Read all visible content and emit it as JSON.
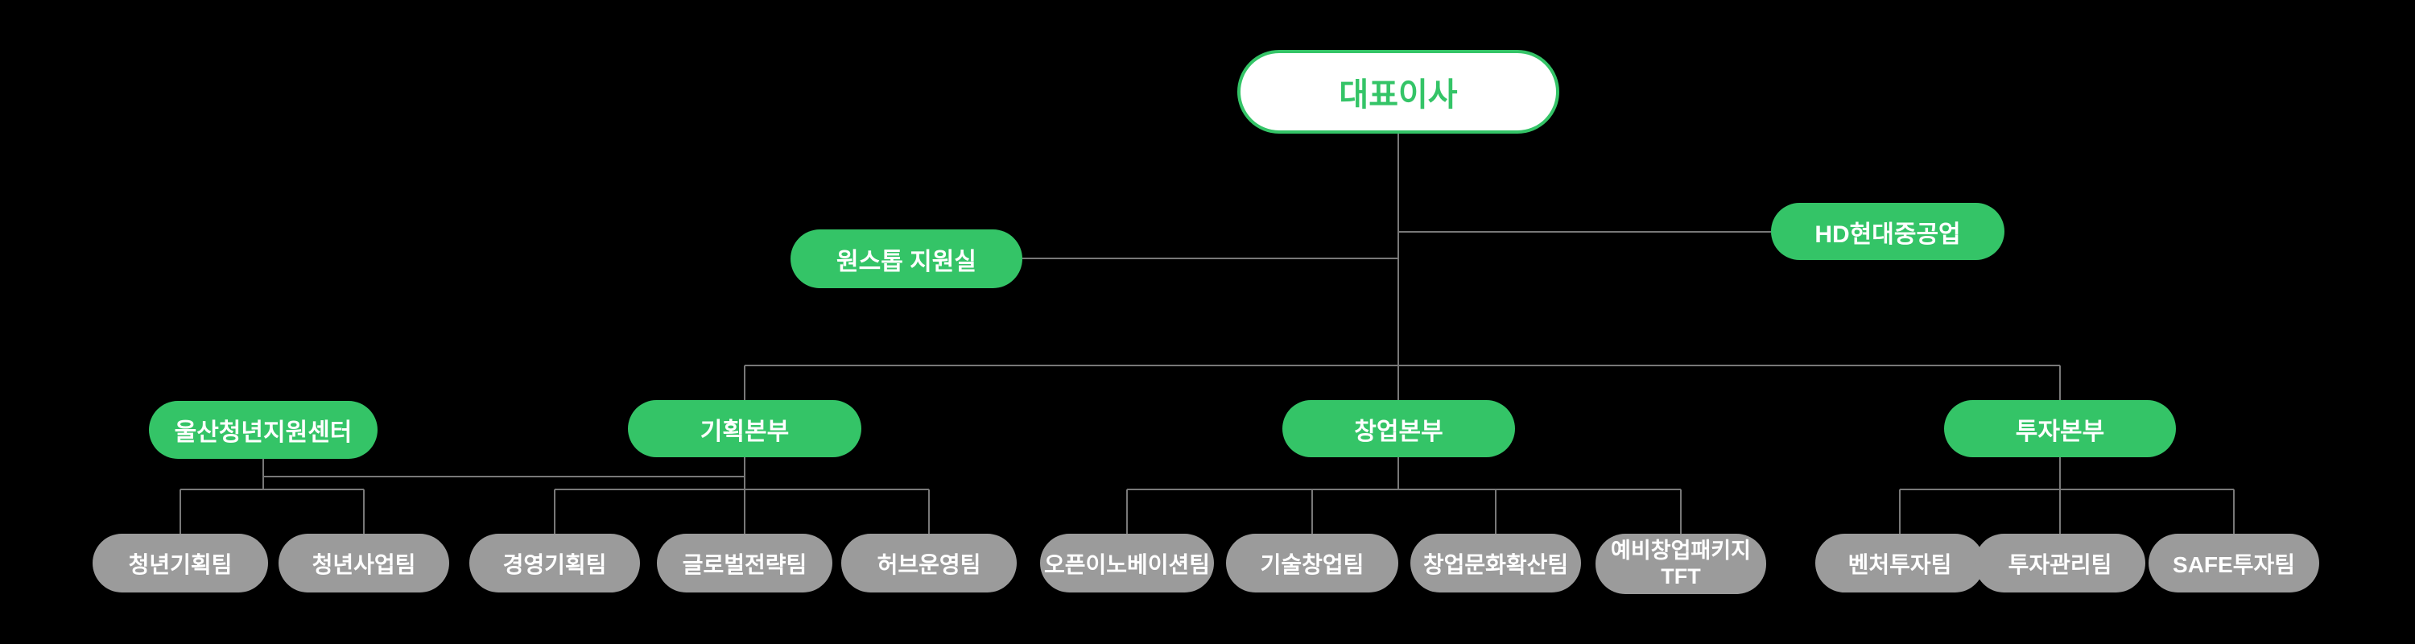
{
  "colors": {
    "background": "#000000",
    "green": "#34c467",
    "gray": "#9b9b9b",
    "line": "#787878",
    "ceo_text": "#34c467",
    "node_text": "#ffffff"
  },
  "org": {
    "ceo": {
      "label": "대표이사"
    },
    "staff": [
      {
        "id": "onestop",
        "label": "원스톱 지원실"
      },
      {
        "id": "hd",
        "label": "HD현대중공업"
      }
    ],
    "divisions": [
      {
        "id": "ulsan-youth-center",
        "label": "울산청년지원센터",
        "teams": [
          {
            "label": "청년기획팀"
          },
          {
            "label": "청년사업팀"
          }
        ]
      },
      {
        "id": "planning-hq",
        "label": "기획본부",
        "teams": [
          {
            "label": "경영기획팀"
          },
          {
            "label": "글로벌전략팀"
          },
          {
            "label": "허브운영팀"
          }
        ]
      },
      {
        "id": "startup-hq",
        "label": "창업본부",
        "teams": [
          {
            "label": "오픈이노베이션팀"
          },
          {
            "label": "기술창업팀"
          },
          {
            "label": "창업문화확산팀"
          },
          {
            "label": "예비창업패키지 TFT"
          }
        ]
      },
      {
        "id": "investment-hq",
        "label": "투자본부",
        "teams": [
          {
            "label": "벤처투자팀"
          },
          {
            "label": "투자관리팀"
          },
          {
            "label": "SAFE투자팀"
          }
        ]
      }
    ]
  }
}
